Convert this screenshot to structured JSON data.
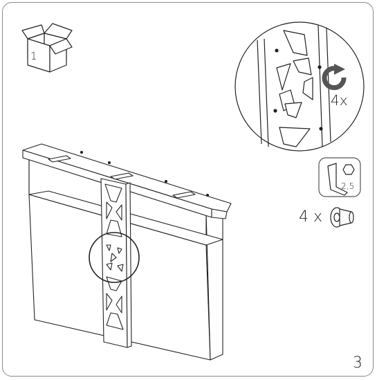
{
  "step": {
    "box_number": "1",
    "rotate_count": "4x",
    "hex_key_size": "2,5",
    "screw_count": "4 x",
    "page_number": "3"
  },
  "icons": {
    "box": "open-box-icon",
    "rotate": "clockwise-rotate-icon",
    "hex_key": "hex-key-icon",
    "screw": "screw-icon"
  },
  "colors": {
    "line": "#222222",
    "frame": "#8a8a8a",
    "rotate_arrow": "#555555"
  }
}
